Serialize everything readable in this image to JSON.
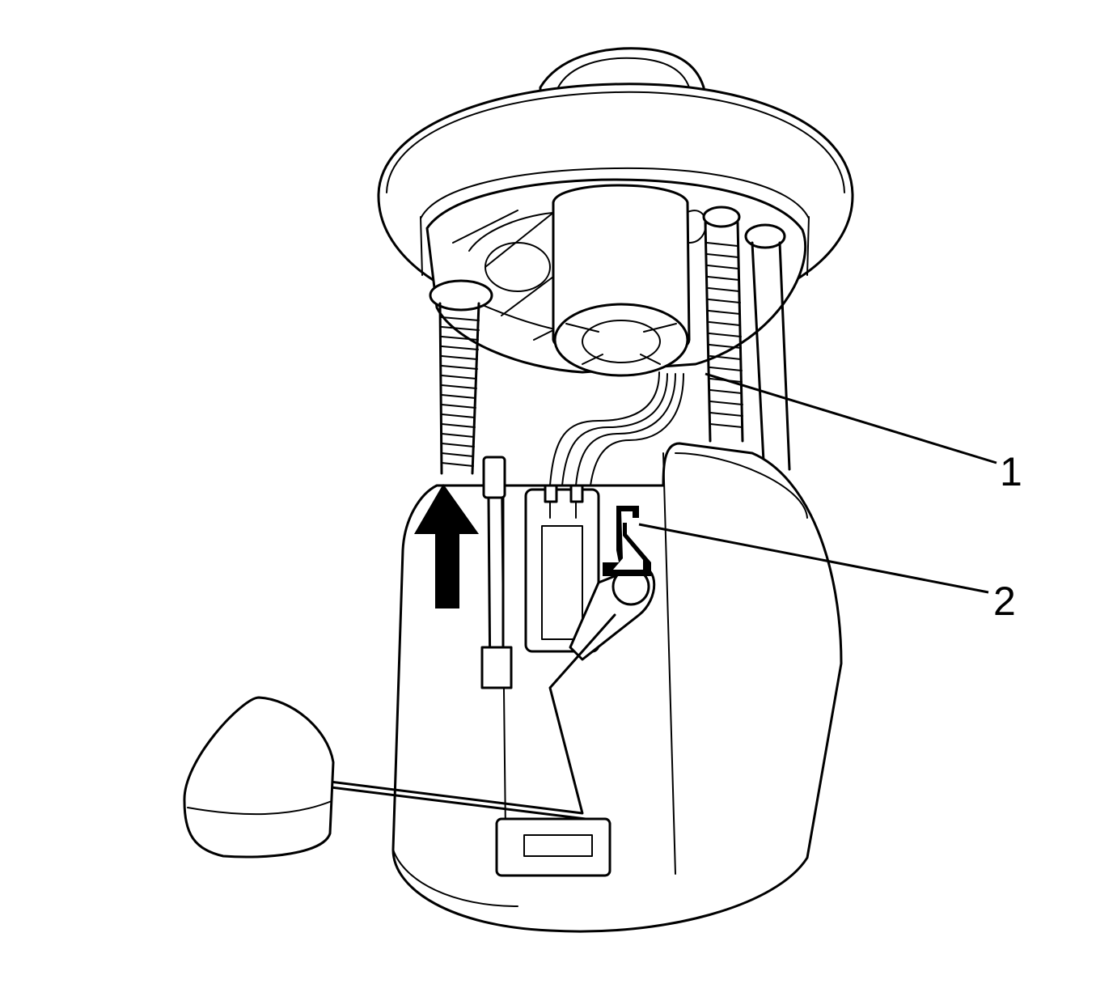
{
  "callouts": [
    {
      "id": "1",
      "label": "1"
    },
    {
      "id": "2",
      "label": "2"
    }
  ],
  "indicators": {
    "direction_arrow": "up-arrow-icon"
  },
  "colors": {
    "stroke": "#000000",
    "background": "#ffffff"
  }
}
